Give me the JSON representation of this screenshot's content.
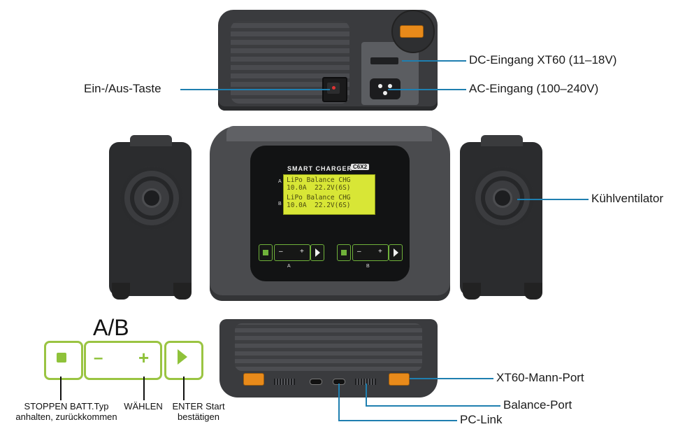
{
  "callouts": {
    "dc_input": "DC-Eingang XT60 (11–18V)",
    "ac_input": "AC-Eingang (100–240V)",
    "power_button": "Ein-/Aus-Taste",
    "fan": "Kühlventilator",
    "xt60_port": "XT60-Mann-Port",
    "balance_port": "Balance-Port",
    "pc_link": "PC-Link"
  },
  "device": {
    "brand": "SMART CHARGER",
    "model": "C6X2",
    "channel_a": "A",
    "channel_b": "B",
    "lcd_lines": [
      "LiPo Balance CHG",
      "10.0A  22.2V(6S)",
      "LiPo Balance CHG",
      "10.0A  22.2V(6S)"
    ],
    "control_minus": "–",
    "control_plus": "+"
  },
  "legend": {
    "title": "A/B",
    "minus": "–",
    "plus": "+",
    "stop_label": "STOPPEN BATT.Typ\nanhalten, zurückkommen",
    "select_label": "WÄHLEN",
    "enter_label": "ENTER Start\nbestätigen"
  },
  "colors": {
    "accent_green": "#8fc23a",
    "callout_blue": "#1f7fb0",
    "lcd_yellow": "#d8e636",
    "xt60_orange": "#e88a1a"
  }
}
